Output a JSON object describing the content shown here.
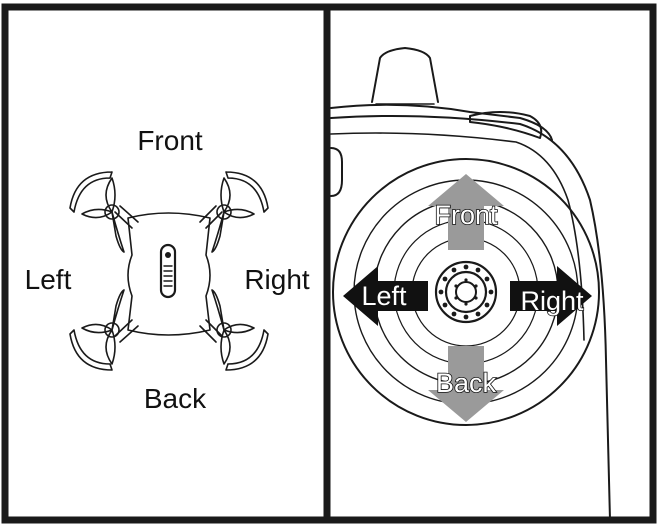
{
  "left_panel": {
    "labels": {
      "front": "Front",
      "back": "Back",
      "left": "Left",
      "right": "Right"
    }
  },
  "right_panel": {
    "labels": {
      "front": "Front",
      "back": "Back",
      "left": "Left",
      "right": "Right"
    }
  },
  "colors": {
    "frame": "#1a1a1a",
    "line": "#1a1a1a",
    "arrow_vertical": "#9a9a9a",
    "arrow_horizontal": "#111111",
    "background": "#ffffff"
  },
  "icons": {
    "drone": "quadcopter-drone-icon",
    "controller": "remote-controller-joystick-icon"
  }
}
